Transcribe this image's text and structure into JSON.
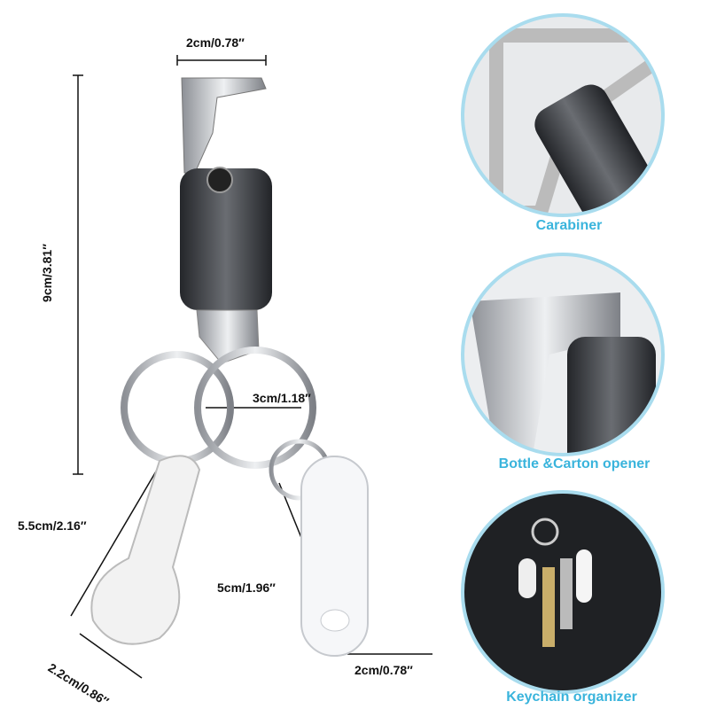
{
  "dimensions": {
    "top_width": "2cm/0.78″",
    "total_height": "9cm/3.81″",
    "ring_diameter": "3cm/1.18″",
    "coin_tag_length": "5.5cm/2.16″",
    "coin_tag_width": "2.2cm/0.86″",
    "clear_tag_length": "5cm/1.96″",
    "clear_tag_width": "2cm/0.78″"
  },
  "features": [
    {
      "label": "Carabiner"
    },
    {
      "label": "Bottle &Carton opener"
    },
    {
      "label": "Keychain organizer"
    }
  ],
  "colors": {
    "accent": "#3ab4dc",
    "circle_border": "#a9dcee",
    "metal_dark": "#3a3c40",
    "chrome": "#c9ccd0"
  }
}
